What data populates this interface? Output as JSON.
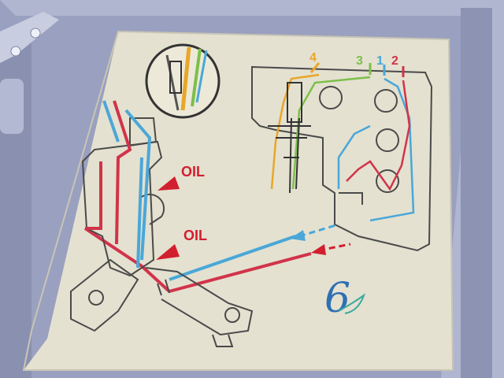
{
  "labels": {
    "oil_upper": "OIL",
    "oil_lower": "OIL",
    "thread_4": "4",
    "thread_3": "3",
    "thread_1": "1",
    "thread_2": "2",
    "handwritten_mark": "6"
  },
  "colors": {
    "housing": "#9aa0bf",
    "housing_dark": "#7f85a6",
    "housing_light": "#b4b9d3",
    "panel": "#e4e1d0",
    "line": "#4a4a4a",
    "thread_red": "#d2334a",
    "thread_blue": "#4aa7d8",
    "thread_green": "#7cbf4a",
    "thread_orange": "#e8a62a",
    "oil_red": "#d21f2f",
    "ink_blue": "#2f6fb3"
  },
  "icons": [
    "arrow-icon",
    "magnifier-circle-icon"
  ]
}
